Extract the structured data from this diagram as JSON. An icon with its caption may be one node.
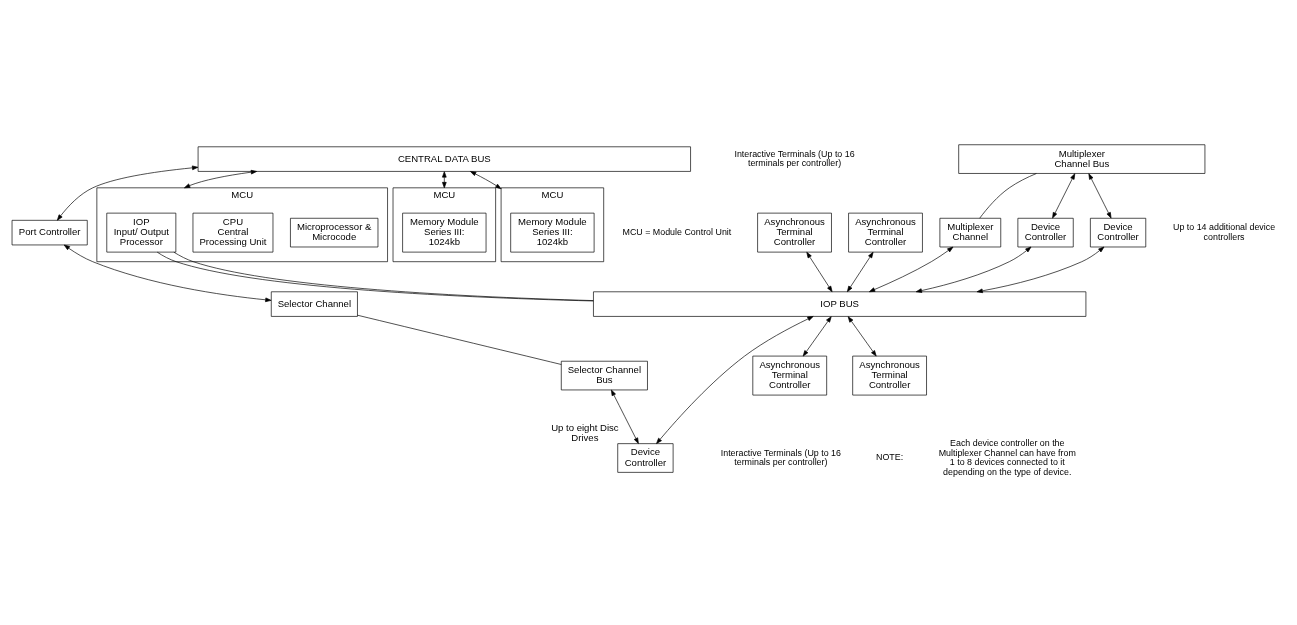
{
  "diagram": {
    "nodes": [
      {
        "text": [
          "CENTRAL DATA BUS"
        ]
      },
      {
        "text": [
          "Port Controller"
        ]
      },
      {
        "text": [
          "Selector Channel"
        ]
      },
      {
        "text": [
          "Selector Channel Bus"
        ]
      },
      {
        "text": [
          "MCU"
        ]
      },
      {
        "text": [
          "IOP",
          "Input/ Output Processor"
        ],
        "in": 4
      },
      {
        "text": [
          "CPU",
          "Central Processing Unit"
        ],
        "in": 4
      },
      {
        "text": [
          "Microprocessor & Microcode"
        ],
        "in": 4
      },
      {
        "text": [
          "MCU"
        ]
      },
      {
        "text": [
          "Memory Module Series III: 1024kb"
        ],
        "in": 8
      },
      {
        "text": [
          "MCU"
        ]
      },
      {
        "text": [
          "Memory Module Series III: 1024kb"
        ],
        "in": 10
      },
      {
        "text": [
          "Asynchronous Terminal Controller"
        ]
      },
      {
        "text": [
          "Asynchronous Terminal Controller"
        ]
      },
      {
        "text": [
          "Multiplexer Channel Bus"
        ]
      },
      {
        "text": [
          "Multiplexer Channel"
        ]
      },
      {
        "text": [
          "Device Controller"
        ]
      },
      {
        "text": [
          "Device Controller"
        ]
      },
      {
        "text": [
          "IOP BUS"
        ]
      },
      {
        "text": [
          "Device Controller"
        ],
        "beside": [
          "Up to eight Disc Drives"
        ]
      },
      {
        "text": [
          "Asynchronous Terminal Controller"
        ]
      },
      {
        "text": [
          "Asynchronous Terminal Controller"
        ]
      }
    ],
    "edges": [
      {
        "from": 0,
        "to": 1,
        "arrow": "both"
      },
      {
        "from": 0,
        "to": 4,
        "arrow": "both"
      },
      {
        "from": 0,
        "to": 8,
        "arrow": "both"
      },
      {
        "from": 0,
        "to": 10,
        "arrow": "both"
      },
      {
        "from": 1,
        "to": 2,
        "arrow": "both"
      },
      {
        "from": 2,
        "to": 3,
        "arrow": "none"
      },
      {
        "from": 3,
        "to": 19,
        "arrow": "both"
      },
      {
        "from": 5,
        "to": 18,
        "arrow": "none"
      },
      {
        "from": 5,
        "to": 18,
        "arrow": "none"
      },
      {
        "from": 12,
        "to": 18,
        "arrow": "both"
      },
      {
        "from": 13,
        "to": 18,
        "arrow": "both"
      },
      {
        "from": 14,
        "to": 15,
        "arrow": "none"
      },
      {
        "from": 14,
        "to": 16,
        "arrow": "both"
      },
      {
        "from": 14,
        "to": 17,
        "arrow": "both"
      },
      {
        "from": 15,
        "to": 18,
        "arrow": "both"
      },
      {
        "from": 16,
        "to": 18,
        "arrow": "both"
      },
      {
        "from": 17,
        "to": 18,
        "arrow": "both"
      },
      {
        "from": 18,
        "to": 19,
        "arrow": "both"
      },
      {
        "from": 18,
        "to": 20,
        "arrow": "both"
      },
      {
        "from": 18,
        "to": 21,
        "arrow": "both"
      }
    ],
    "labels": [
      "MCU = Module Control Unit",
      "Interactive Terminals (Up to 16 terminals per controller)",
      "Up to 14 additional device controllers",
      "Interactive Terminals (Up to 16 terminals per controller)",
      "NOTE:",
      "Each device controller on the Multiplexer Channel can have from 1 to 8 devices connected to it depending on the type of device."
    ]
  }
}
